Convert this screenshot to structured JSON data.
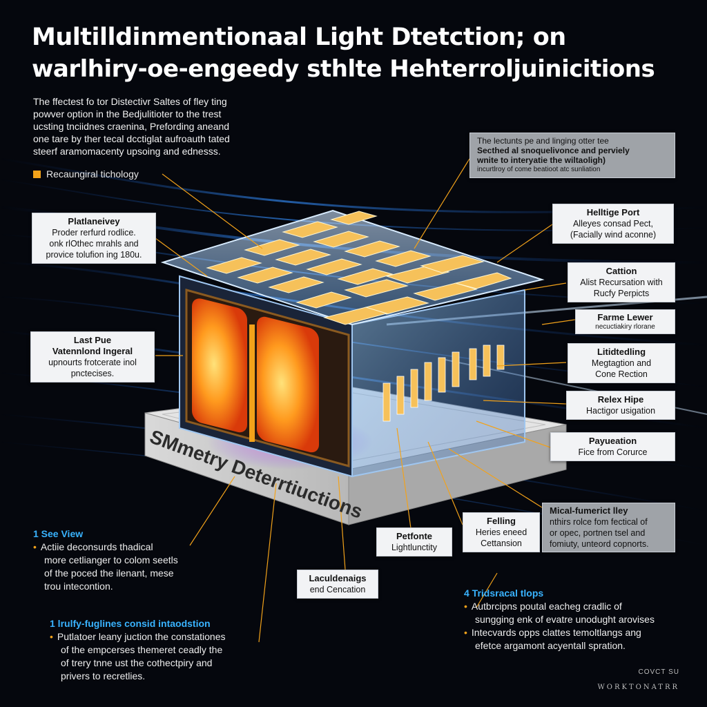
{
  "title": {
    "line1": "Multilldinmentionaal Light Dtetction; on",
    "line2": "warlhiry-oe-engeedy sthlte Hehterroljuinicitions"
  },
  "intro": [
    "The ffectest fo tor Distectivr Saltes of fley ting",
    "powver option in the Bedjulitioter to the trest",
    "ucsting tnciidnes craenina, Prefording aneand",
    "one tare by ther tecal dcctiglat aufroauth tated",
    "steerf aramomacenty upsoing and ednesss."
  ],
  "legend": {
    "label": "Recaungiral tichology",
    "color": "#f2a21a"
  },
  "labels": {
    "top_right": [
      "The lectunts pe and linging otter tee",
      "Secthed al snoquelivonce and perviely",
      "wnite to interyatie the wiltaoligh)",
      "incurtlroy of come beatioot atc sunliation"
    ],
    "plat": [
      "Platlaneivey",
      "Proder rerfurd rodlice.",
      "onk rlOthec mrahls and",
      "provice tolufion ing 180u."
    ],
    "hell": [
      "Helltige Port",
      "Alleyes consad Pect,",
      "(Facially wind aconne)"
    ],
    "catt": [
      "Cattion",
      "Alist Recursation with",
      "Rucfy Perpicts"
    ],
    "farm": [
      "Farme Lewer",
      "necuctiakiry rlorane"
    ],
    "last": [
      "Last Pue",
      "Vatennlond Ingeral",
      "upnourts frotcerate inol",
      "pnctecises."
    ],
    "litid": [
      "Litidtedling",
      "Megtagtion and",
      "Cone Rection"
    ],
    "relex": [
      "Relex Hipe",
      "Hactigor usigation"
    ],
    "pay": [
      "Payueation",
      "Fice from Corurce"
    ],
    "mical": [
      "Mical-fumerict lley",
      "nthirs rolce fom fectical of",
      "or opec, portnen tsel and",
      "fomiuty, unteord copnorts."
    ],
    "fell": [
      "Felling",
      "Heries eneed",
      "Cettansion"
    ],
    "perf": [
      "Petfonte",
      "Lightlunctity"
    ],
    "lacu": [
      "Laculdenaigs",
      "end Cencation"
    ]
  },
  "base_label": "SMmetry Deterrtiuctions",
  "notes": {
    "n1": {
      "head": "1 See View",
      "lines": [
        "Actiie deconsurds thadical",
        "more cetlianger to colom seetls",
        "of the poced the ilenant, mese",
        "trou intecontion."
      ]
    },
    "n2": {
      "head": "1 lrulfy-fuglines consid intaodstion",
      "lines": [
        "Putlatoer leany juction the constationes",
        "of the empcerses themeret ceadly the",
        "of trery tnne ust the cothectpiry and",
        "privers to recretlies."
      ]
    },
    "n3": {
      "head": "4 Tridsracal tlops",
      "lines": [
        "Autbrcipns poutal eacheg cradlic of",
        "sungging enk of evatre unodught arovises",
        "Intecvards opps clattes temoltlangs ang",
        "efetce argamont acyentall spration."
      ]
    }
  },
  "footer": {
    "line1": "COVCT SU",
    "line2": "WORKTONATRR"
  },
  "colors": {
    "background": "#05070d",
    "accent": "#f2a21a",
    "stream": "#2f7fe0",
    "heading_blue": "#39b3ff",
    "glow": "#ff7a18"
  }
}
